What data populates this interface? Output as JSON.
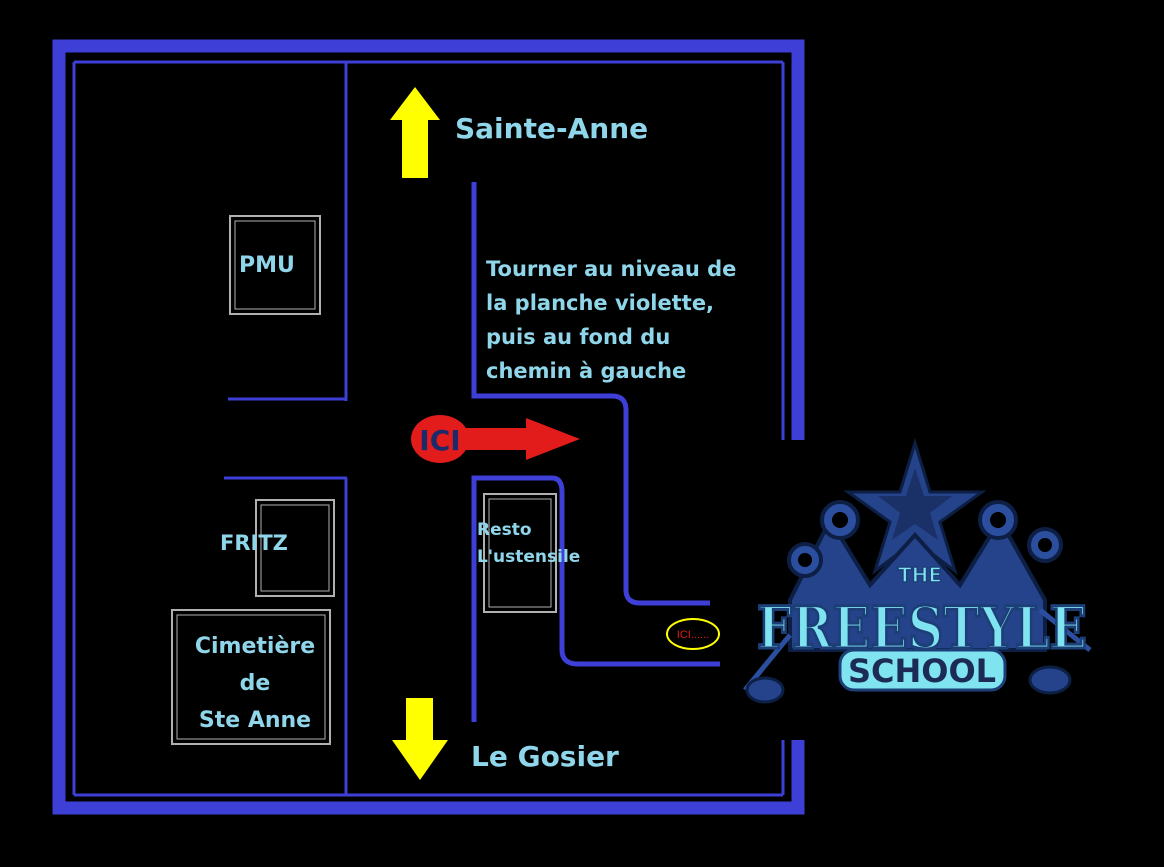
{
  "map": {
    "road_north": "Sainte-Anne",
    "road_south": "Le Gosier",
    "directions": [
      "Tourner au niveau de",
      "la planche violette,",
      "puis au fond du",
      "chemin à gauche"
    ],
    "places": {
      "pmu": "PMU",
      "fritz": "FRITZ",
      "resto_line1": "Resto",
      "resto_line2": "L'ustensile",
      "cemetery_line1": "Cimetière",
      "cemetery_line2": "de",
      "cemetery_line3": "Ste Anne"
    },
    "entrance_marker": "ICI",
    "destination_marker": "ICI......"
  },
  "logo": {
    "line1": "THE",
    "line2": "FREESTYLE",
    "line3": "SCHOOL"
  },
  "colors": {
    "background": "#000000",
    "road_border": "#3d3fd6",
    "label_text": "#8fd6ea",
    "arrow_yellow": "#ffff00",
    "arrow_red": "#e21b1b",
    "logo_fill": "#7fe3f0",
    "logo_outline": "#1c3f78"
  },
  "icons": {
    "north_arrow": "arrow-up-icon",
    "south_arrow": "arrow-down-icon",
    "entrance_arrow": "arrow-right-icon",
    "logo_star": "star-icon",
    "logo_crown": "crown-icon",
    "logo_guitar": "guitar-icon"
  }
}
